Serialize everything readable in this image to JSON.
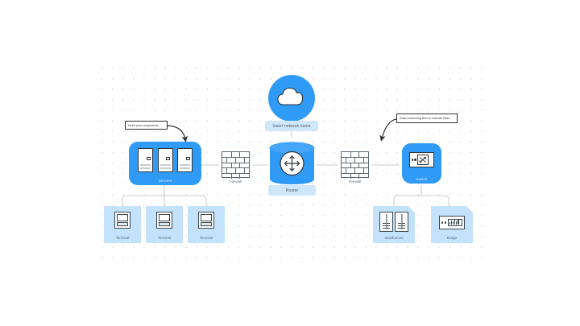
{
  "canvas": {
    "background_color": "#ffffff",
    "grid_dot_color": "#e2e2e6"
  },
  "palette": {
    "accent_blue": "#2f9bf6",
    "pale_blue": "#c4e2fb",
    "pill_blue": "#cfe7fb",
    "outline_dark": "#2e3338",
    "connector_gray": "#c9ced4",
    "label_on_blue": "#d6ecff",
    "label_gray": "#5b6a78"
  },
  "callouts": [
    {
      "id": "callout-components",
      "text": "Insert your components",
      "points_to": "servers-group"
    },
    {
      "id": "callout-flows",
      "text": "Draw connecting lines to indicate flows",
      "points_to": "switch-group"
    }
  ],
  "cloud": {
    "name": "network-cloud",
    "icon": "cloud-icon",
    "label": "Insert network name"
  },
  "router": {
    "name": "router-node",
    "icon": "router-four-arrows-icon",
    "label": "Router"
  },
  "firewalls": [
    {
      "id": "firewall-left",
      "icon": "brick-wall-icon",
      "label": "Firewall"
    },
    {
      "id": "firewall-right",
      "icon": "brick-wall-icon",
      "label": "Firewall"
    }
  ],
  "servers_group": {
    "name": "servers-group",
    "label": "Servers",
    "items": [
      {
        "icon": "server-tower-icon"
      },
      {
        "icon": "server-tower-icon"
      },
      {
        "icon": "server-tower-icon"
      }
    ]
  },
  "switch_group": {
    "name": "switch-group",
    "label": "Switch",
    "icon": "network-switch-icon"
  },
  "terminals": [
    {
      "label": "Terminal",
      "icon": "terminal-computer-icon"
    },
    {
      "label": "Terminal",
      "icon": "terminal-computer-icon"
    },
    {
      "label": "Terminal",
      "icon": "terminal-computer-icon"
    }
  ],
  "right_leaves": [
    {
      "label": "Mainframes",
      "icon": "mainframe-cabinets-icon"
    },
    {
      "label": "Bridge",
      "icon": "network-bridge-icon"
    }
  ]
}
